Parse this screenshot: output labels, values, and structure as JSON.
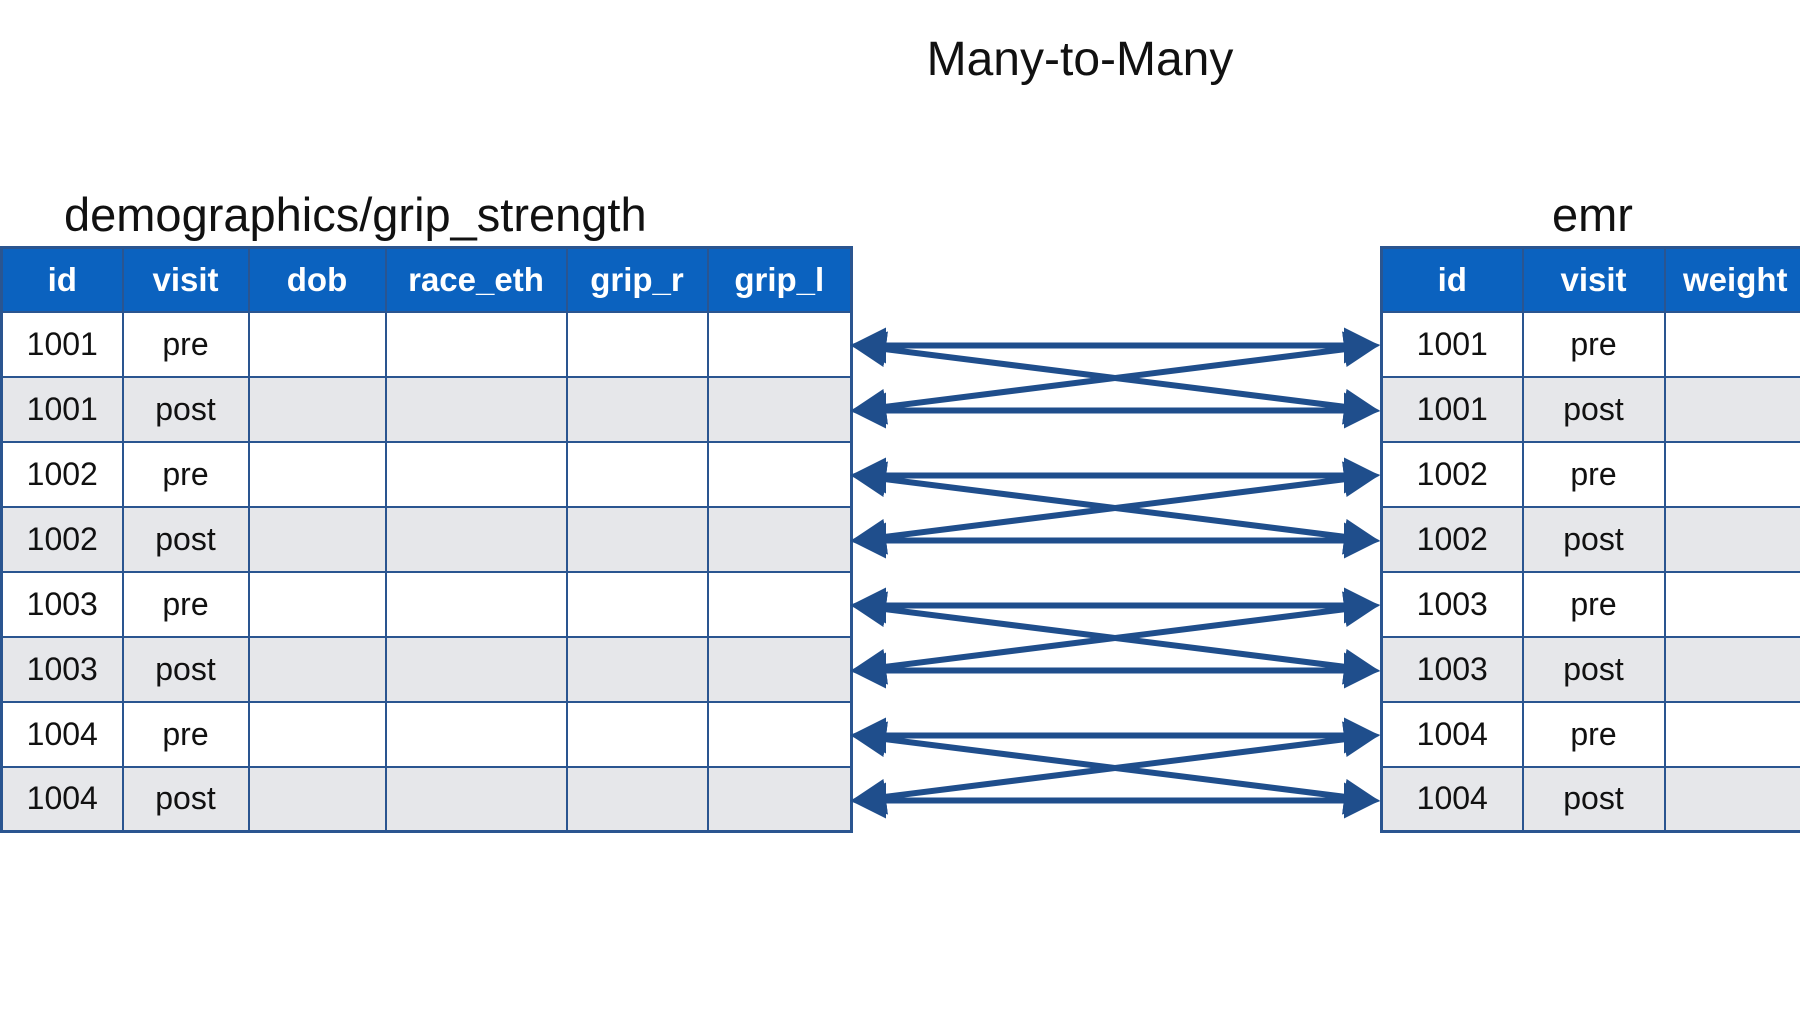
{
  "title": "Many-to-Many",
  "left_table": {
    "name": "demographics/grip_strength",
    "columns": [
      "id",
      "visit",
      "dob",
      "race_eth",
      "grip_r",
      "grip_l"
    ],
    "rows": [
      [
        "1001",
        "pre",
        "",
        "",
        "",
        ""
      ],
      [
        "1001",
        "post",
        "",
        "",
        "",
        ""
      ],
      [
        "1002",
        "pre",
        "",
        "",
        "",
        ""
      ],
      [
        "1002",
        "post",
        "",
        "",
        "",
        ""
      ],
      [
        "1003",
        "pre",
        "",
        "",
        "",
        ""
      ],
      [
        "1003",
        "post",
        "",
        "",
        "",
        ""
      ],
      [
        "1004",
        "pre",
        "",
        "",
        "",
        ""
      ],
      [
        "1004",
        "post",
        "",
        "",
        "",
        ""
      ]
    ]
  },
  "right_table": {
    "name": "emr",
    "columns": [
      "id",
      "visit",
      "weight"
    ],
    "rows": [
      [
        "1001",
        "pre",
        ""
      ],
      [
        "1001",
        "post",
        ""
      ],
      [
        "1002",
        "pre",
        ""
      ],
      [
        "1002",
        "post",
        ""
      ],
      [
        "1003",
        "pre",
        ""
      ],
      [
        "1003",
        "post",
        ""
      ],
      [
        "1004",
        "pre",
        ""
      ],
      [
        "1004",
        "post",
        ""
      ]
    ]
  },
  "links": [
    {
      "from": 0,
      "to": 0
    },
    {
      "from": 0,
      "to": 1
    },
    {
      "from": 1,
      "to": 0
    },
    {
      "from": 1,
      "to": 1
    },
    {
      "from": 2,
      "to": 2
    },
    {
      "from": 2,
      "to": 3
    },
    {
      "from": 3,
      "to": 2
    },
    {
      "from": 3,
      "to": 3
    },
    {
      "from": 4,
      "to": 4
    },
    {
      "from": 4,
      "to": 5
    },
    {
      "from": 5,
      "to": 4
    },
    {
      "from": 5,
      "to": 5
    },
    {
      "from": 6,
      "to": 6
    },
    {
      "from": 6,
      "to": 7
    },
    {
      "from": 7,
      "to": 6
    },
    {
      "from": 7,
      "to": 7
    }
  ],
  "colors": {
    "header": "#0b62bf",
    "border": "#2a5590",
    "alt_row": "#e6e7ea",
    "arrow": "#1f4e8c"
  }
}
